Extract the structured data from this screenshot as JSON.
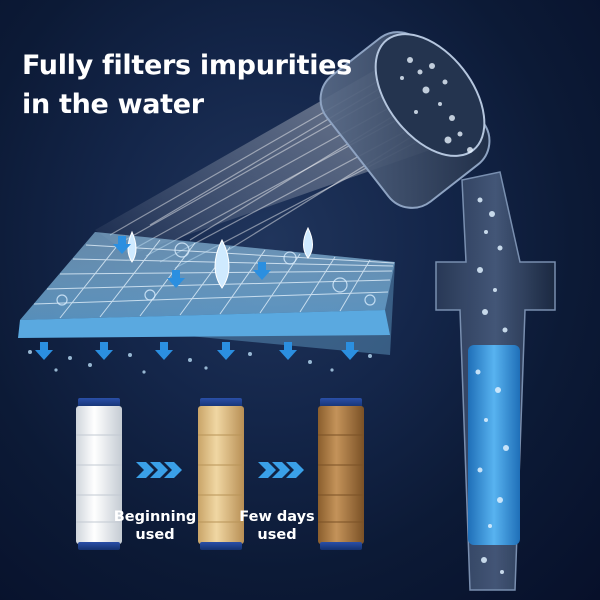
{
  "headline": {
    "line1": "Fully filters impurities",
    "line2": "in the water"
  },
  "filters": [
    {
      "state": "new",
      "color": "#f1f3f5"
    },
    {
      "state": "beginning used",
      "color": "#e9c98b"
    },
    {
      "state": "few days used",
      "color": "#b8864e"
    }
  ],
  "captions": {
    "beginning": {
      "line1": "Beginning",
      "line2": "used"
    },
    "few_days": {
      "line1": "Few days",
      "line2": "used"
    }
  },
  "colors": {
    "background": "#0b1730",
    "filter_mesh": "#8fd0f5",
    "water_drop": "#bfe6ff",
    "filter_core": "#2f8fdc",
    "arrow": "#3aa0e8"
  },
  "icons": [
    "arrow-right-double-chevron-icon",
    "water-drop-icon",
    "down-arrow-icon"
  ]
}
